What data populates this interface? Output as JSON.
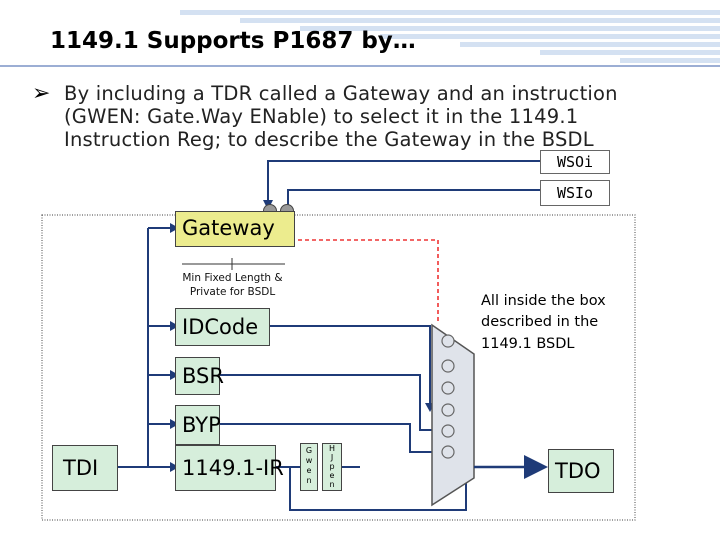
{
  "slide": {
    "title": "1149.1 Supports P1687 by…",
    "bullet_lines": [
      "By including a TDR called a Gateway and an instruction",
      "(GWEN: Gate.Way ENable) to select it in the 1149.1",
      "Instruction Reg; to describe the Gateway in the BSDL"
    ]
  },
  "diagram": {
    "wsoi_label": "WSOi",
    "wsio_label": "WSIo",
    "gateway_label": "Gateway",
    "gateway_note_line1": "Min Fixed Length &",
    "gateway_note_line2": "Private for BSDL",
    "idcode_label": "IDCode",
    "bsr_label": "BSR",
    "byp_label": "BYP",
    "ir_label": "1149.1-IR",
    "tdi_label": "TDI",
    "tdo_label": "TDO",
    "box_note_line1": "All inside the box",
    "box_note_line2": "described in the",
    "box_note_line3": "1149.1 BSDL",
    "gwen_chars": [
      "G",
      "w",
      "e",
      "n"
    ],
    "hjpen_chars": [
      "H",
      "J",
      "p",
      "e",
      "n"
    ]
  },
  "colors": {
    "header_stripe": "#d4e1f2",
    "register_fill": "#d6eedb",
    "gateway_fill": "#ecec8e",
    "mux_fill": "#dfe3ea",
    "wire_blue": "#1f3b78",
    "wire_red": "#ee3333",
    "dot_gray": "#777777"
  }
}
